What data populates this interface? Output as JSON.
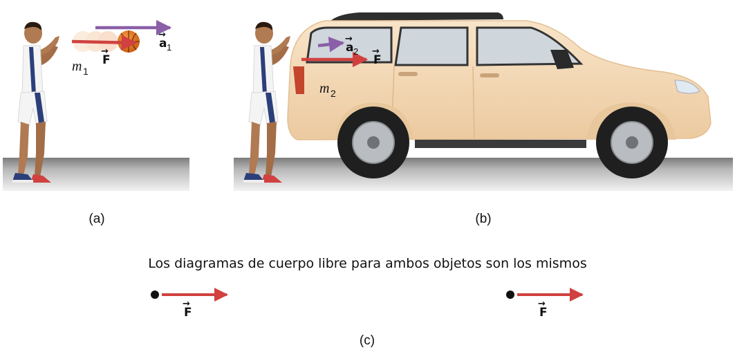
{
  "panel_a": {
    "label": "(a)",
    "mass_label": "m",
    "mass_sub": "1",
    "force_label": "F",
    "accel_label": "a",
    "accel_sub": "1"
  },
  "panel_b": {
    "label": "(b)",
    "mass_label": "m",
    "mass_sub": "2",
    "force_label": "F",
    "accel_label": "a",
    "accel_sub": "2"
  },
  "panel_c": {
    "label": "(c)",
    "caption": "Los diagramas de cuerpo libre para ambos objetos son los mismos",
    "left_force_label": "F",
    "right_force_label": "F"
  },
  "colors": {
    "force_arrow": "#d0413f",
    "accel_arrow": "#8a5fa8",
    "ground": "#8a8a8a",
    "car_body": "#f5d9b5",
    "ball": "#e2741c"
  }
}
